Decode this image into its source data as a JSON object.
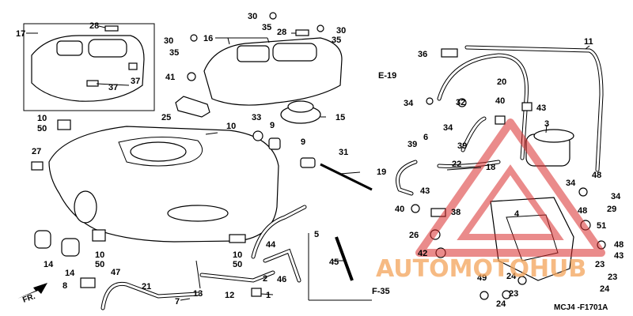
{
  "diagram_code": "MCJ4 -F1701A",
  "watermark": "AUTOMOTOHUB",
  "front_arrow": "FR.",
  "refs": {
    "e19": "E-19",
    "f35": "F-35"
  },
  "labels": {
    "p1": "1",
    "p2": "2",
    "p3": "3",
    "p4": "4",
    "p5": "5",
    "p6": "6",
    "p7": "7",
    "p8": "8",
    "p9a": "9",
    "p9b": "9",
    "p10a": "10",
    "p10b": "10",
    "p10c": "10",
    "p11": "11",
    "p12": "12",
    "p13": "13",
    "p14a": "14",
    "p14b": "14",
    "p15": "15",
    "p16": "16",
    "p17": "17",
    "p18": "18",
    "p19": "19",
    "p20": "20",
    "p21": "21",
    "p22": "22",
    "p23a": "23",
    "p23b": "23",
    "p24a": "24",
    "p24b": "24",
    "p25": "25",
    "p26": "26",
    "p27": "27",
    "p28a": "28",
    "p28b": "28",
    "p29": "29",
    "p30a": "30",
    "p30b": "30",
    "p30c": "30",
    "p31": "31",
    "p32": "32",
    "p33": "33",
    "p34a": "34",
    "p34b": "34",
    "p34c": "34",
    "p35a": "35",
    "p35b": "35",
    "p35c": "35",
    "p36": "36",
    "p37a": "37",
    "p37b": "37",
    "p38": "38",
    "p39a": "39",
    "p39b": "39",
    "p40a": "40",
    "p40b": "40",
    "p41": "41",
    "p42": "42",
    "p43a": "43",
    "p43b": "43",
    "p44": "44",
    "p45": "45",
    "p46": "46",
    "p47": "47",
    "p48a": "48",
    "p48b": "48",
    "p49": "49",
    "p50a": "50",
    "p50b": "50",
    "p50c": "50",
    "p51": "51",
    "p43c": "43"
  }
}
